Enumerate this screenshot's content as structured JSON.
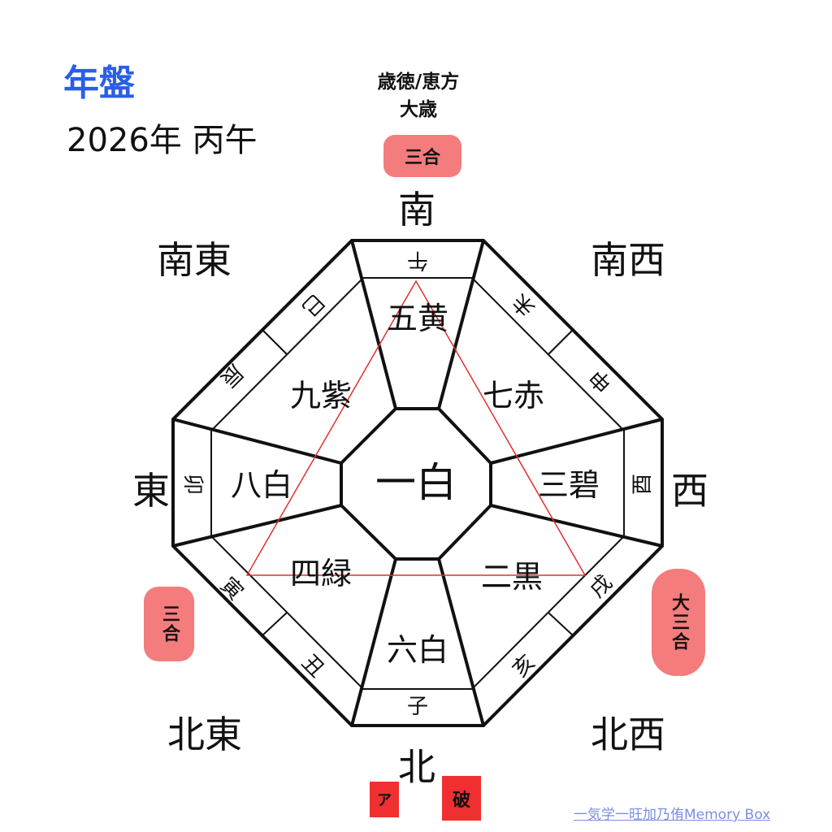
{
  "header": {
    "title": "年盤",
    "year": "2026年 丙午"
  },
  "top_note": {
    "line1": "歳徳/恵方",
    "line2": "大歳"
  },
  "badges": {
    "top": "三合",
    "left": "三合",
    "right": "大三合",
    "north_a": "ア",
    "north_ha": "破"
  },
  "directions": {
    "n": "北",
    "s": "南",
    "e": "東",
    "w": "西",
    "ne": "北東",
    "nw": "北西",
    "se": "南東",
    "sw": "南西"
  },
  "branches": {
    "ko": "子",
    "ushi": "丑",
    "tora": "寅",
    "u": "卯",
    "tatsu": "辰",
    "mi": "巳",
    "uma": "午",
    "hitsuji": "未",
    "saru": "申",
    "tori": "酉",
    "inu": "戌",
    "i": "亥"
  },
  "stars": {
    "center": "一白",
    "south": "五黄",
    "southeast": "九紫",
    "southwest": "七赤",
    "east": "八白",
    "west": "三碧",
    "northeast": "四緑",
    "northwest": "二黒",
    "north": "六白"
  },
  "colors": {
    "title": "#2a5ee8",
    "badge": "#f47c7c",
    "badge_strong": "#f03030",
    "triangle": "#e03030"
  },
  "credit": "一気学一旺加乃侑Memory Box"
}
